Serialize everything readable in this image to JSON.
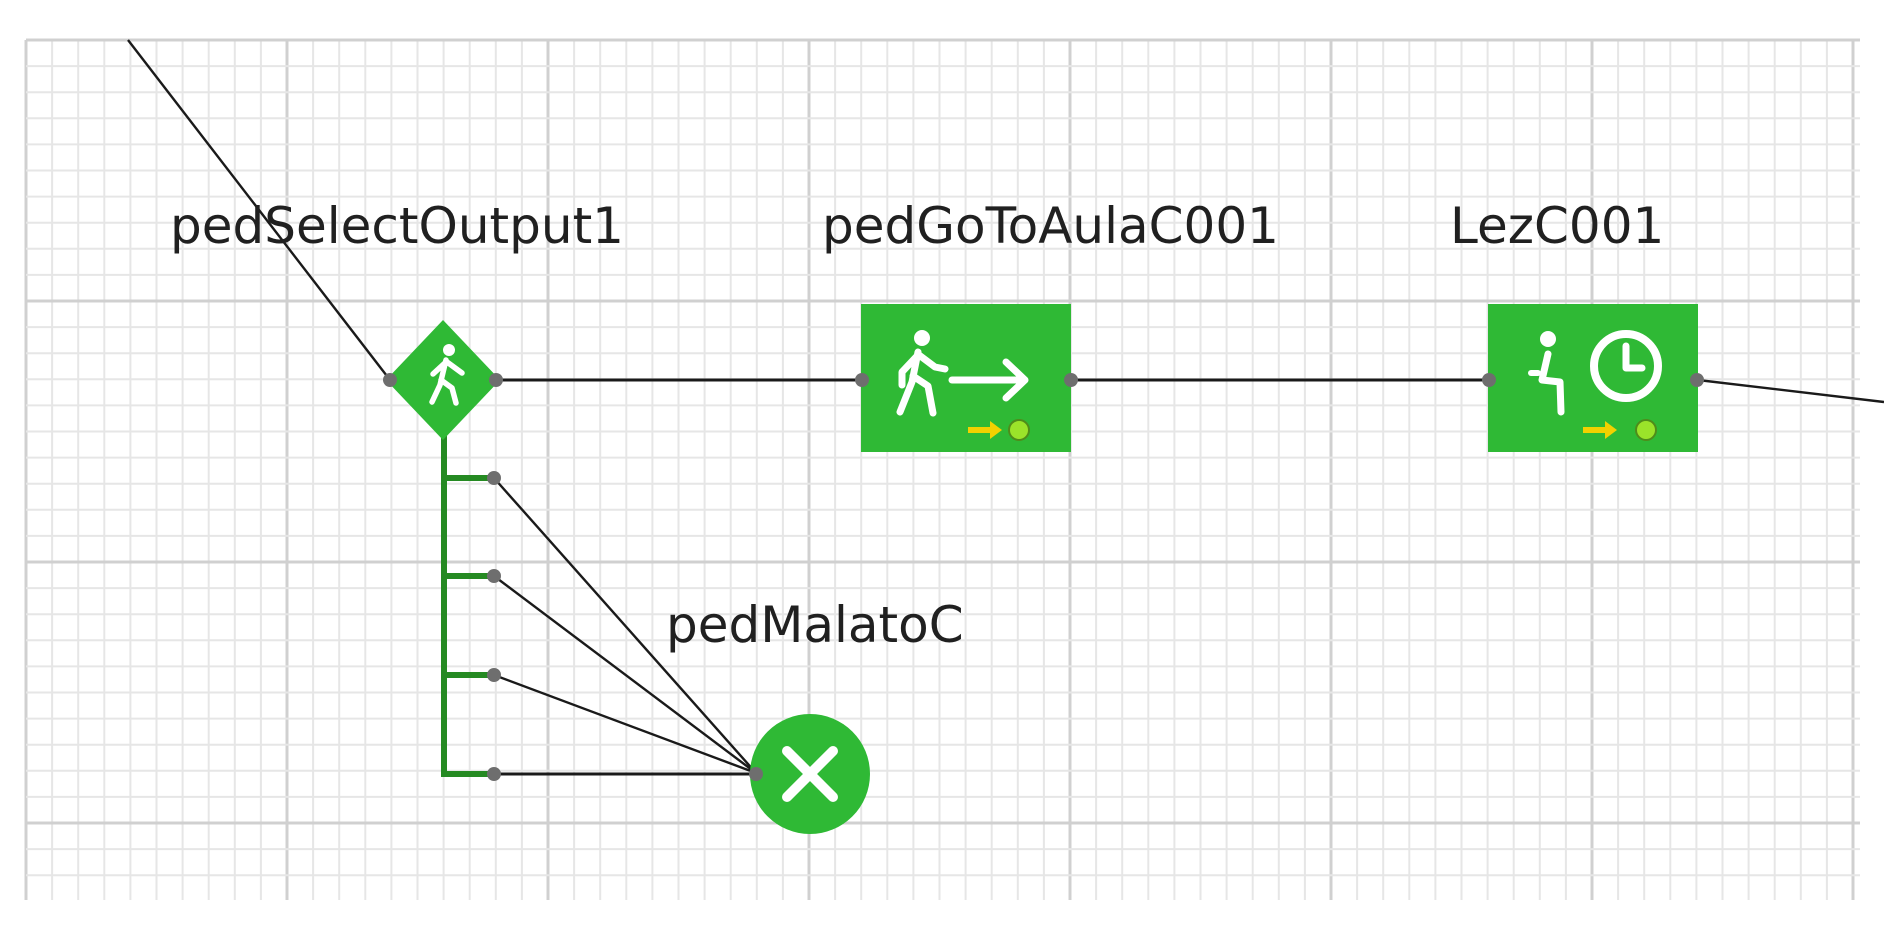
{
  "blocks": {
    "select_output": {
      "label": "pedSelectOutput1"
    },
    "go_to_aula": {
      "label": "pedGoToAulaC001"
    },
    "lezione": {
      "label": "LezC001"
    },
    "malato_sink": {
      "label": "pedMalatoC"
    }
  },
  "colors": {
    "block_green": "#2fb935",
    "branch_green": "#258a22",
    "port_gray": "#6e6e6e",
    "connector": "#1a1a1a",
    "indicator_arrow": "#f2d100",
    "indicator_dot": "#9be32a",
    "grid_minor": "#e6e6e6",
    "grid_major": "#d0d0d0"
  },
  "icons": {
    "select_output": "walking-person-icon",
    "go_to_aula": "walk-arrow-icon",
    "lezione": "seated-person-clock-icon",
    "malato_sink": "x-cross-icon"
  }
}
